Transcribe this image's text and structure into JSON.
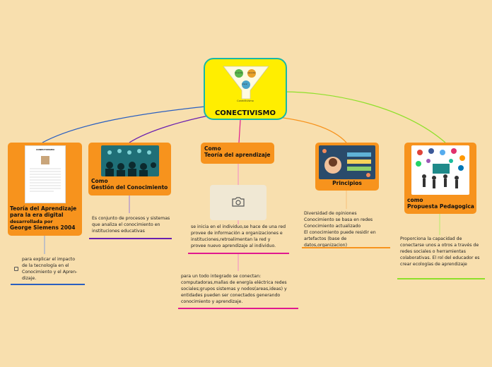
{
  "central": {
    "title": "CONECTIVISMO",
    "funnel_caption": "Conectivismo",
    "funnel_labels": [
      "Conectar",
      "Aprender",
      "Crecer"
    ]
  },
  "nodes": {
    "teoria": {
      "thumb_title": "CONECTIVISMO",
      "line1": "Teoría del Aprendizaje",
      "line2": "para la era digital",
      "line3": "desarrollada por",
      "line4": "George Siemens 2004",
      "sub_text": "para explicar el impacto de la tecnología en el Conocimiento y el Apren-dizaje."
    },
    "gestion": {
      "line1": "Como",
      "line2": "Gestión del Conocimiento",
      "sub_text": "Es conjunto de procesos y sistemas que analiza el conocimiento en instituciones educativas"
    },
    "teoria_aprendizaje": {
      "line1": "Como",
      "line2": "Teoría del aprendizaje",
      "sub_text_1": "se inicia en el individuo,se hace de una red provee de información a organizaciones e instituciones,retroalimentan la red y provee nuevo aprendizaje al individuo.",
      "sub_text_2": "para un todo integrado se conectan: computadoras,mallas de energía eléctrica redes sociales;grupos sistemas y nodos(areas,ideas) y entidades pueden ser conectados generando conocimiento y aprendizaje."
    },
    "principios": {
      "label": "Principios",
      "items": [
        "Diversidad de opiniones",
        "Conocimiento se basa en redes",
        "Conocimiento actualizado",
        "El conocimiento puede residir en artefactos (base de datos,organizacion)"
      ]
    },
    "propuesta": {
      "line1": "como",
      "line2": "Propuesta Pedagogica",
      "sub_text": "Proporciona la capacidad de conectarse unos a otros a través de redes sociales o herramientas colaborativas. El rol del educador es crear ecologías de aprendizaje"
    }
  },
  "colors": {
    "background": "#f8dfae",
    "node_fill": "#f7931d",
    "central_fill": "#ffee00",
    "central_border": "#17b7a8",
    "link_blue": "#2a5fc0",
    "link_purple": "#6a1fb0",
    "link_magenta": "#e0198f",
    "link_orange": "#f7931d",
    "link_green": "#8ee02a"
  },
  "icons": {
    "placeholder": "camera-icon",
    "checkbox": "checkbox-icon"
  }
}
